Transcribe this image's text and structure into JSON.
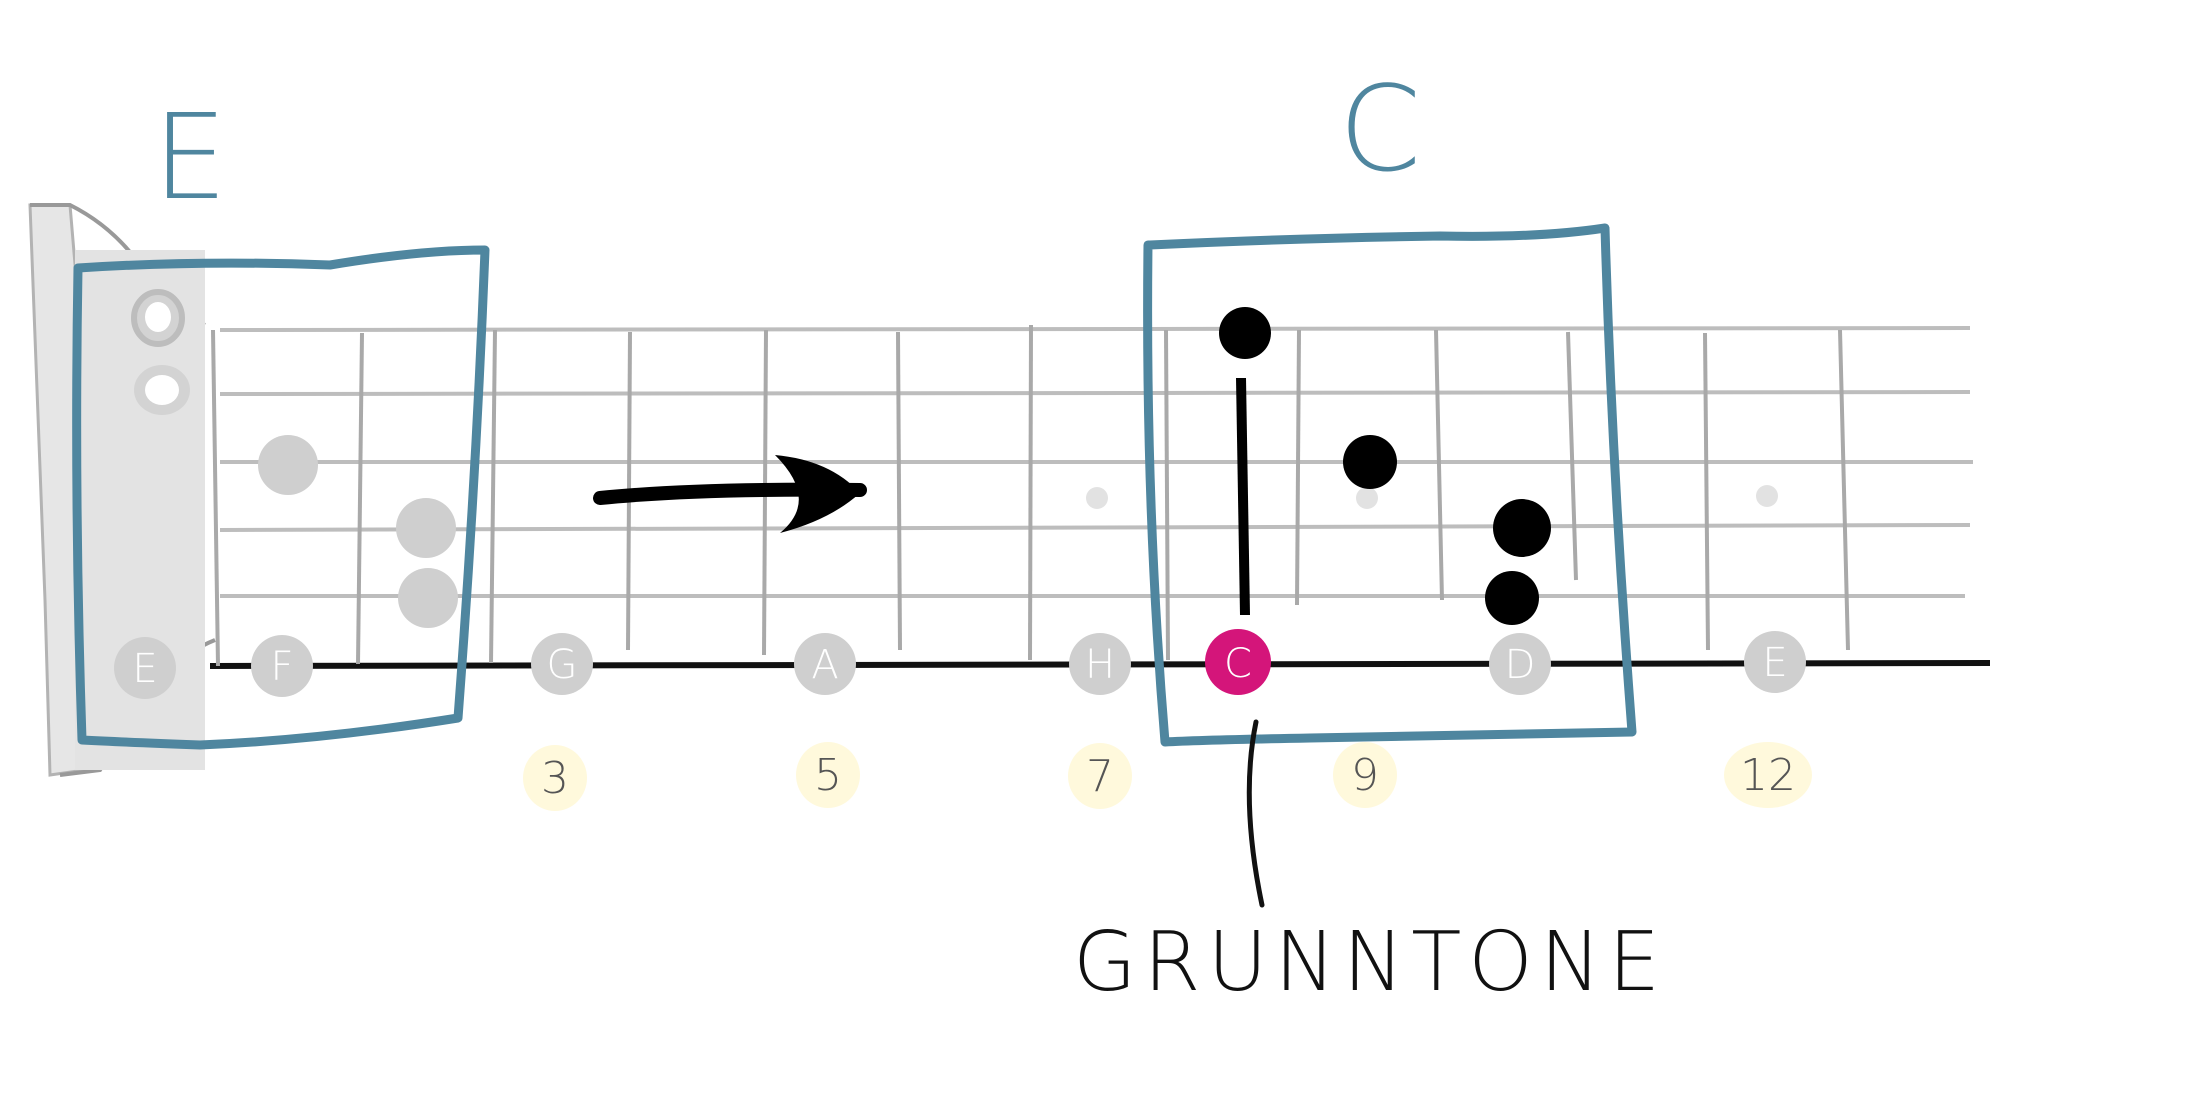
{
  "chords": {
    "left": {
      "name": "E",
      "color": "#4f869f"
    },
    "right": {
      "name": "C",
      "color": "#4f869f"
    }
  },
  "string_notes": [
    "E",
    "F",
    "G",
    "A",
    "H",
    "C",
    "D",
    "E"
  ],
  "root_note": {
    "name": "C",
    "color": "#d4157a"
  },
  "fret_markers": [
    "3",
    "5",
    "7",
    "9",
    "12"
  ],
  "caption": "GRUNNTONE",
  "colors": {
    "frame": "#4f869f",
    "nut": "#e3e3e3",
    "grid": "#bdbdbd",
    "marker_bg": "#fff9dc",
    "dot": "#000000",
    "ghost_dot": "#cfcfcf"
  }
}
